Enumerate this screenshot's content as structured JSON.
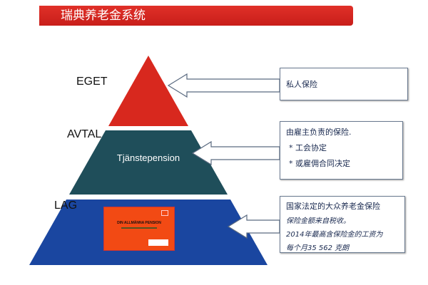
{
  "title": "瑞典养老金系统",
  "levels": [
    {
      "label": "EGET",
      "color": "#d8281e"
    },
    {
      "label": "AVTAL",
      "color": "#1f4e5a",
      "inner": "Tjänstepension"
    },
    {
      "label": "LAG",
      "color": "#1a46a0",
      "image": "DIN ALLMÄNNA PENSION"
    }
  ],
  "boxes": {
    "eget": {
      "line1": "私人保险"
    },
    "avtal": {
      "line1": "由雇主负责的保险.",
      "line2": "*  工会协定",
      "line3": "*  或雇佣合同决定"
    },
    "lag": {
      "line1": "国家法定的大众养老金保险",
      "line2": "保险金额来自税收。",
      "line3": "2014年最高含保险金的工资为",
      "line4": "每个月35 562 克朗"
    }
  }
}
